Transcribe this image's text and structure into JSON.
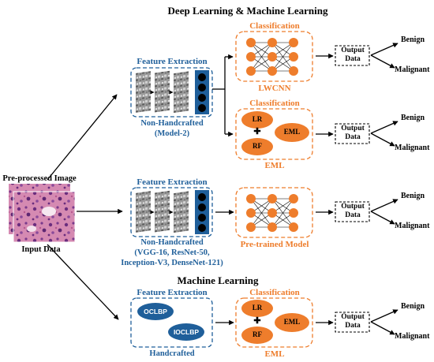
{
  "headings": {
    "dl_ml": "Deep Learning & Machine Learning",
    "ml": "Machine Learning"
  },
  "input": {
    "preprocessed": "Pre-processed Image",
    "input_data": "Input Data"
  },
  "row1": {
    "fe_title": "Feature Extraction",
    "fe_caption_1": "Non-Handcrafted",
    "fe_caption_2": "(Model-2)",
    "cls_title": "Classification",
    "cls_caption": "LWCNN",
    "output_1": "Output",
    "output_2": "Data",
    "benign": "Benign",
    "malignant": "Malignant"
  },
  "row2": {
    "cls_title": "Classification",
    "lr": "LR",
    "rf": "RF",
    "eml": "EML",
    "plus": "✚",
    "cls_caption": "EML",
    "output_1": "Output",
    "output_2": "Data",
    "benign": "Benign",
    "malignant": "Malignant"
  },
  "row3": {
    "fe_title": "Feature Extraction",
    "fe_caption_1": "Non-Handcrafted",
    "fe_caption_2": "(VGG-16, ResNet-50,",
    "fe_caption_3": "Inception-V3, DenseNet-121)",
    "cls_caption": "Pre-trained Model",
    "output_1": "Output",
    "output_2": "Data",
    "benign": "Benign",
    "malignant": "Malignant"
  },
  "row4": {
    "fe_title": "Feature Extraction",
    "oclbp": "OCLBP",
    "ioclbp": "IOCLBP",
    "fe_caption": "Handcrafted",
    "cls_title": "Classification",
    "lr": "LR",
    "rf": "RF",
    "eml": "EML",
    "plus": "✚",
    "cls_caption": "EML",
    "output_1": "Output",
    "output_2": "Data",
    "benign": "Benign",
    "malignant": "Malignant"
  },
  "colors": {
    "blue": "#1f5f9a",
    "orange": "#ee7d2c",
    "black": "#000000",
    "tissue_pink": "#c56a9a",
    "tissue_purple": "#7a3b8c"
  }
}
